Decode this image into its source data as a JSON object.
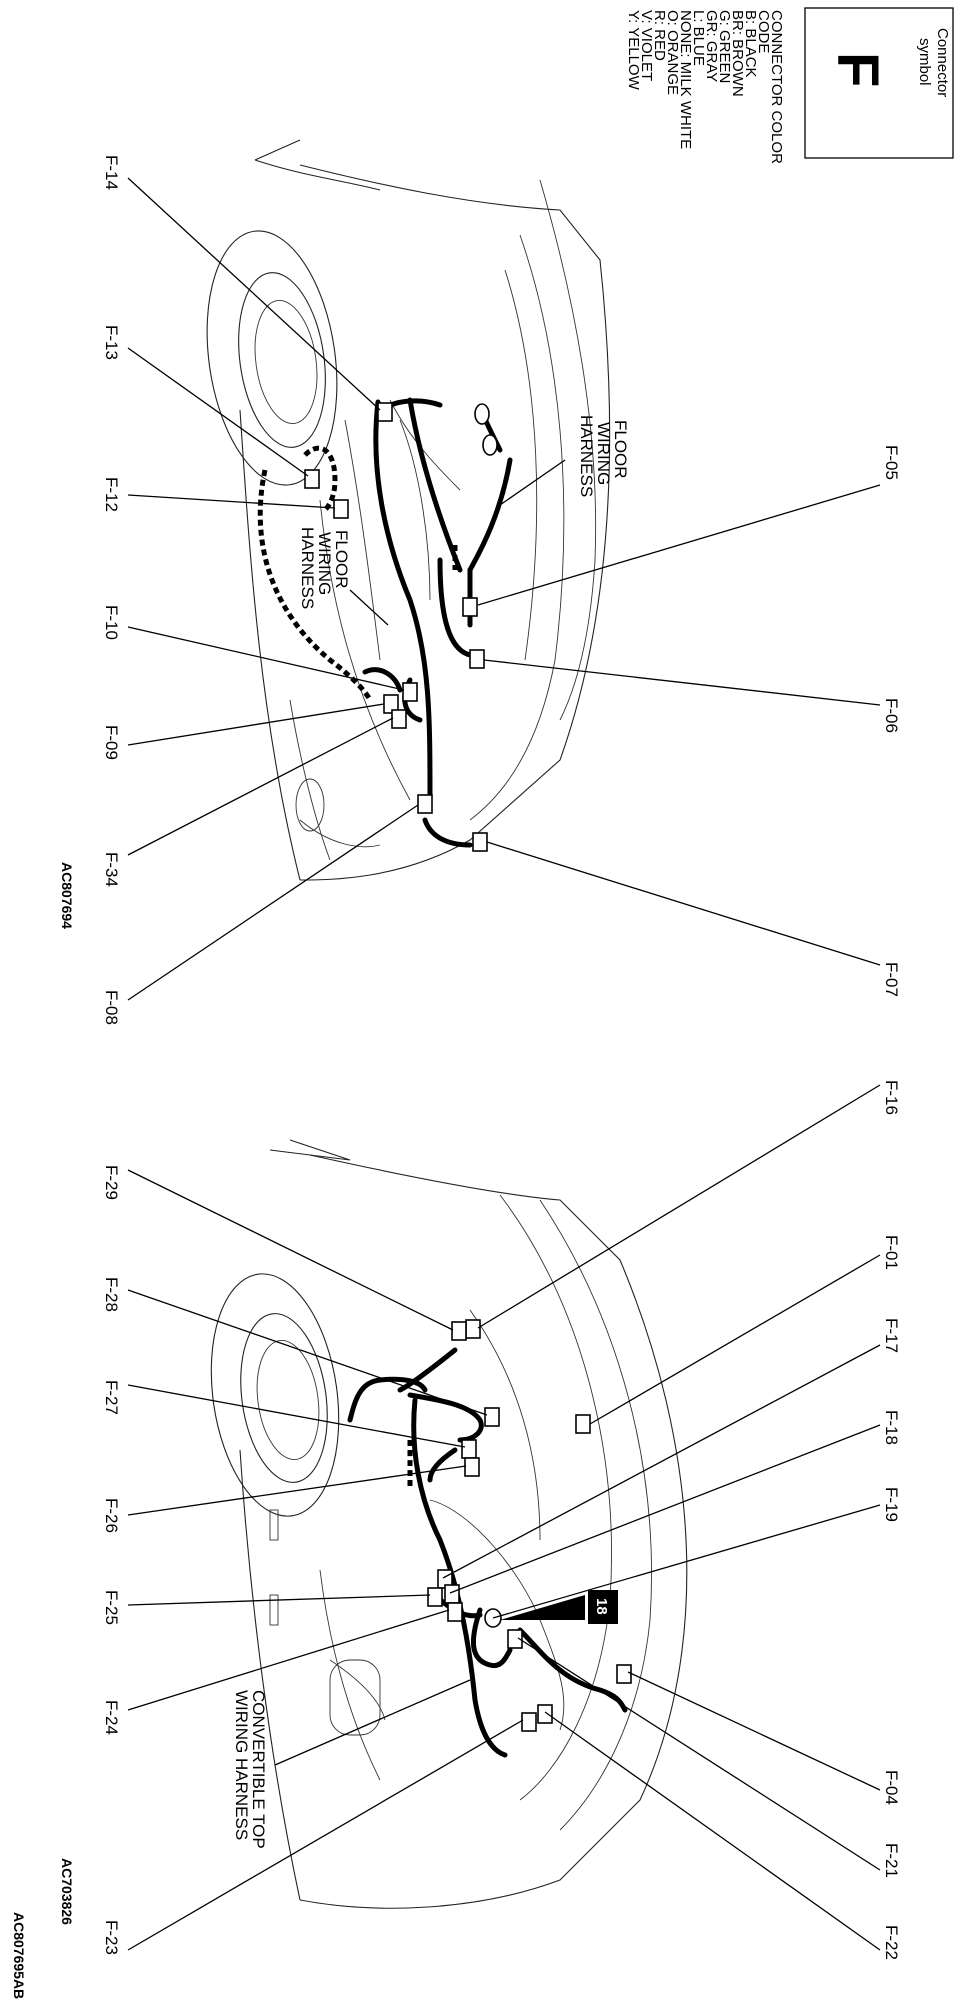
{
  "legend": {
    "symbol_caption": [
      "Connector",
      "symbol"
    ],
    "symbol_letter": "F",
    "lines": [
      "CONNECTOR COLOR",
      "CODE",
      "B: BLACK",
      "BR: BROWN",
      "G: GREEN",
      "GR: GRAY",
      "L: BLUE",
      "NONE: MILK WHITE",
      "O: ORANGE",
      "R: RED",
      "V: VIOLET",
      "Y: YELLOW"
    ]
  },
  "top_diagram": {
    "code": "AC807694",
    "harness_label_right": [
      "FLOOR",
      "WIRING",
      "HARNESS"
    ],
    "harness_label_left": [
      "FLOOR",
      "WIRING",
      "HARNESS"
    ],
    "connectors": {
      "f05": "F-05",
      "f06": "F-06",
      "f07": "F-07",
      "f14": "F-14",
      "f13": "F-13",
      "f12": "F-12",
      "f10": "F-10",
      "f09": "F-09",
      "f34": "F-34",
      "f08": "F-08"
    }
  },
  "bottom_diagram": {
    "code": "AC703826",
    "harness_label": [
      "CONVERTIBLE TOP",
      "WIRING HARNESS"
    ],
    "badge": "18",
    "connectors": {
      "f16": "F-16",
      "f01": "F-01",
      "f17": "F-17",
      "f18": "F-18",
      "f19": "F-19",
      "f04": "F-04",
      "f21": "F-21",
      "f22": "F-22",
      "f29": "F-29",
      "f28": "F-28",
      "f27": "F-27",
      "f26": "F-26",
      "f25": "F-25",
      "f24": "F-24",
      "f23": "F-23"
    }
  },
  "page_code": "AC807695AB"
}
